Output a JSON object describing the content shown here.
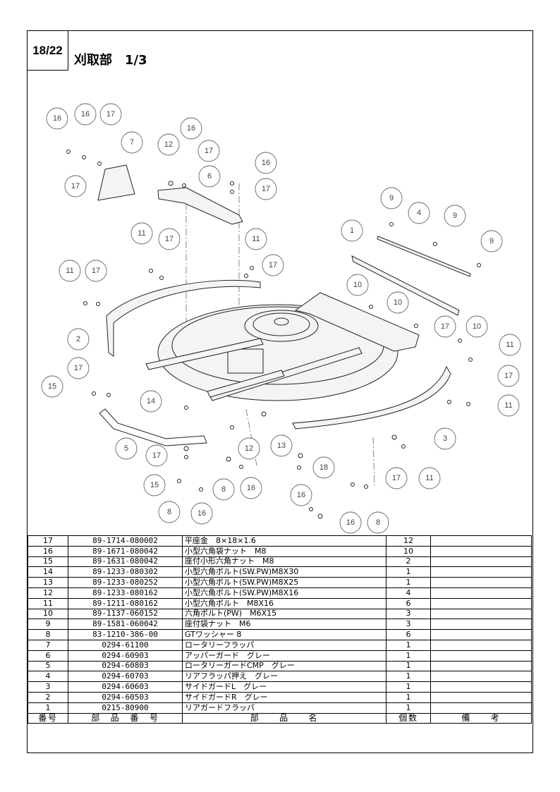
{
  "header": {
    "page_number": "18/22",
    "title": "刈取部　1/3"
  },
  "table": {
    "columns": [
      "番号",
      "部　品　番　号",
      "部　　品　　名",
      "個数",
      "備　　考"
    ],
    "rows": [
      {
        "no": "17",
        "part_no": "89-1714-080002",
        "name": "平座金　8×18×1.6",
        "qty": "12",
        "remarks": ""
      },
      {
        "no": "16",
        "part_no": "89-1671-080042",
        "name": "小型六角袋ナット　M8",
        "qty": "10",
        "remarks": ""
      },
      {
        "no": "15",
        "part_no": "89-1631-080042",
        "name": "座付小形六角ナット　M8",
        "qty": "2",
        "remarks": ""
      },
      {
        "no": "14",
        "part_no": "89-1233-080302",
        "name": "小型六角ボルト(SW.PW)M8X30",
        "qty": "1",
        "remarks": ""
      },
      {
        "no": "13",
        "part_no": "89-1233-080252",
        "name": "小型六角ボルト(SW.PW)M8X25",
        "qty": "1",
        "remarks": ""
      },
      {
        "no": "12",
        "part_no": "89-1233-080162",
        "name": "小型六角ボルト(SW.PW)M8X16",
        "qty": "4",
        "remarks": ""
      },
      {
        "no": "11",
        "part_no": "89-1211-080162",
        "name": "小型六角ボルト　M8X16",
        "qty": "6",
        "remarks": ""
      },
      {
        "no": "10",
        "part_no": "89-1137-060152",
        "name": "六角ボルト(PW)　M6X15",
        "qty": "3",
        "remarks": ""
      },
      {
        "no": "9",
        "part_no": "89-1581-060042",
        "name": "座付袋ナット　M6",
        "qty": "3",
        "remarks": ""
      },
      {
        "no": "8",
        "part_no": "83-1210-386-00",
        "name": "GTワッシャー 8",
        "qty": "6",
        "remarks": ""
      },
      {
        "no": "7",
        "part_no": "0294-61100",
        "name": "ロータリーフラッパ",
        "qty": "1",
        "remarks": ""
      },
      {
        "no": "6",
        "part_no": "0294-60903",
        "name": "アッパーガード　グレー",
        "qty": "1",
        "remarks": ""
      },
      {
        "no": "5",
        "part_no": "0294-60803",
        "name": "ロータリーガードCMP　グレー",
        "qty": "1",
        "remarks": ""
      },
      {
        "no": "4",
        "part_no": "0294-60703",
        "name": "リアフラッパ押え　グレー",
        "qty": "1",
        "remarks": ""
      },
      {
        "no": "3",
        "part_no": "0294-60603",
        "name": "サイドガードL　グレー",
        "qty": "1",
        "remarks": ""
      },
      {
        "no": "2",
        "part_no": "0294-60503",
        "name": "サイドガードR　グレー",
        "qty": "1",
        "remarks": ""
      },
      {
        "no": "1",
        "part_no": "0215-80900",
        "name": "リアガードフラッパ",
        "qty": "1",
        "remarks": ""
      }
    ]
  },
  "diagram": {
    "callouts": [
      "16",
      "16",
      "17",
      "7",
      "17",
      "12",
      "16",
      "17",
      "6",
      "16",
      "17",
      "9",
      "4",
      "9",
      "1",
      "9",
      "11",
      "17",
      "11",
      "17",
      "11",
      "17",
      "10",
      "10",
      "2",
      "17",
      "10",
      "11",
      "17",
      "15",
      "14",
      "17",
      "11",
      "3",
      "5",
      "17",
      "12",
      "13",
      "18",
      "15",
      "17",
      "11",
      "8",
      "16",
      "8",
      "16",
      "16",
      "8",
      "16",
      "8"
    ]
  }
}
